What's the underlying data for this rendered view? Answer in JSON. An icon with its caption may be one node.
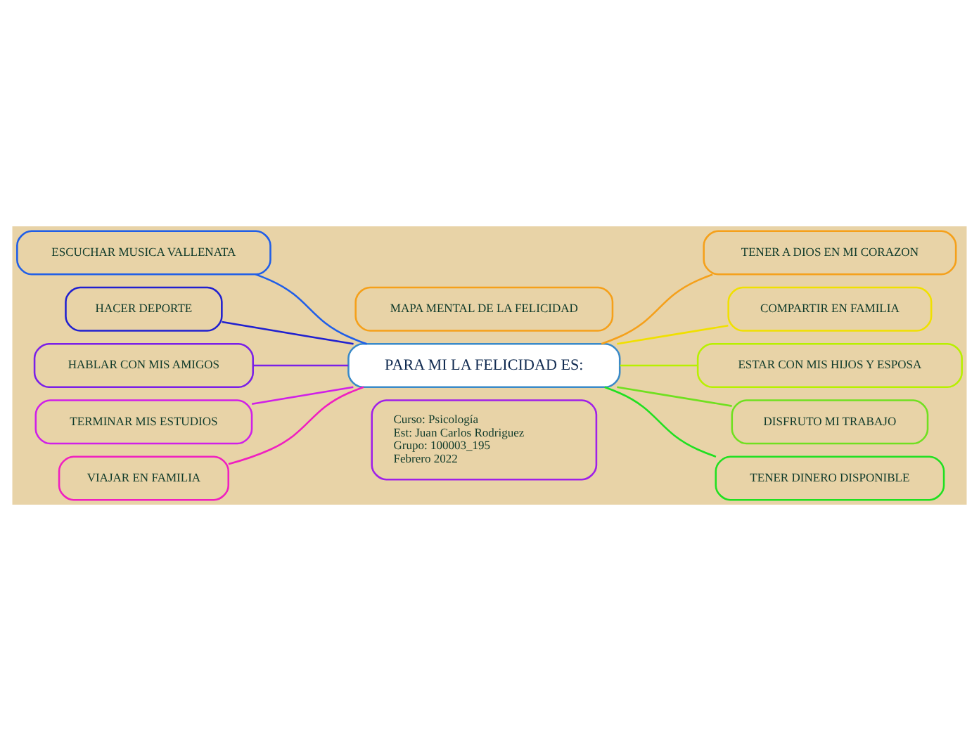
{
  "diagram": {
    "nodes": [
      {
        "text": [
          "MAPA MENTAL DE LA FELICIDAD"
        ]
      },
      {
        "text": [
          "PARA MI LA FELICIDAD ES:"
        ]
      },
      {
        "text": [
          "ESCUCHAR MUSICA VALLENATA"
        ]
      },
      {
        "text": [
          "HACER DEPORTE"
        ]
      },
      {
        "text": [
          "HABLAR CON MIS AMIGOS"
        ]
      },
      {
        "text": [
          "TERMINAR MIS ESTUDIOS"
        ]
      },
      {
        "text": [
          "VIAJAR EN FAMILIA"
        ]
      },
      {
        "text": [
          "TENER A DIOS EN MI CORAZON"
        ]
      },
      {
        "text": [
          "COMPARTIR EN FAMILIA"
        ]
      },
      {
        "text": [
          "ESTAR CON MIS HIJOS Y ESPOSA"
        ]
      },
      {
        "text": [
          "DISFRUTO MI TRABAJO"
        ]
      },
      {
        "text": [
          "TENER DINERO DISPONIBLE"
        ]
      },
      {
        "text": [
          "Curso: Psicología",
          "Est: Juan Carlos Rodriguez",
          "Grupo: 100003_195",
          "Febrero 2022"
        ]
      }
    ],
    "edges": [
      {
        "from": 2,
        "to": 1,
        "arrow": "none",
        "color": "#1f5ee8"
      },
      {
        "from": 3,
        "to": 1,
        "arrow": "none",
        "color": "#2020d0"
      },
      {
        "from": 4,
        "to": 1,
        "arrow": "none",
        "color": "#7a1fe8"
      },
      {
        "from": 5,
        "to": 1,
        "arrow": "none",
        "color": "#d01fe8"
      },
      {
        "from": 6,
        "to": 1,
        "arrow": "none",
        "color": "#f01fc0"
      },
      {
        "from": 1,
        "to": 7,
        "arrow": "none",
        "color": "#f5a01a"
      },
      {
        "from": 1,
        "to": 8,
        "arrow": "none",
        "color": "#f0e000"
      },
      {
        "from": 1,
        "to": 9,
        "arrow": "none",
        "color": "#b8f000"
      },
      {
        "from": 1,
        "to": 10,
        "arrow": "none",
        "color": "#70e020"
      },
      {
        "from": 1,
        "to": 11,
        "arrow": "none",
        "color": "#20e020"
      }
    ]
  }
}
